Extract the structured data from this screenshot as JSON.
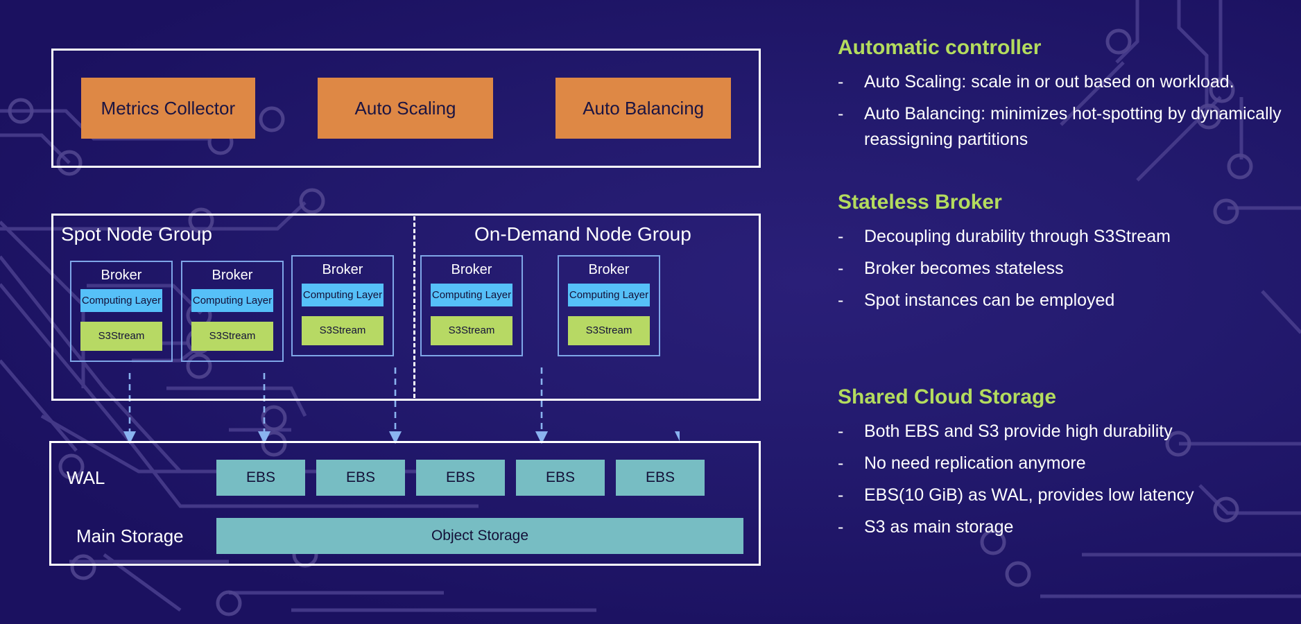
{
  "theme": {
    "background": "#1a1060",
    "panel_border": "#ffffff",
    "controller_box": "#de8845",
    "computing_layer": "#56c0f8",
    "s3stream": "#b7d964",
    "storage_box": "#77bdc3",
    "heading_accent": "#b4dc5e",
    "body_text": "#ffffff",
    "broker_border": "#7fa7e8",
    "arrow": "#8ab4f0"
  },
  "diagram": {
    "controller_panel": {
      "boxes": [
        {
          "label": "Metrics Collector"
        },
        {
          "label": "Auto Scaling"
        },
        {
          "label": "Auto Balancing"
        }
      ]
    },
    "node_group_panel": {
      "groups": [
        {
          "title": "Spot Node Group"
        },
        {
          "title": "On-Demand Node Group"
        }
      ],
      "brokers": [
        {
          "title": "Broker",
          "computing": "Computing Layer",
          "stream": "S3Stream"
        },
        {
          "title": "Broker",
          "computing": "Computing Layer",
          "stream": "S3Stream"
        },
        {
          "title": "Broker",
          "computing": "Computing Layer",
          "stream": "S3Stream"
        },
        {
          "title": "Broker",
          "computing": "Computing Layer",
          "stream": "S3Stream"
        },
        {
          "title": "Broker",
          "computing": "Computing Layer",
          "stream": "S3Stream"
        }
      ]
    },
    "storage_panel": {
      "wal_label": "WAL",
      "wal_boxes": [
        {
          "label": "EBS"
        },
        {
          "label": "EBS"
        },
        {
          "label": "EBS"
        },
        {
          "label": "EBS"
        },
        {
          "label": "EBS"
        }
      ],
      "main_storage_label": "Main Storage",
      "main_storage_box": {
        "label": "Object Storage"
      }
    }
  },
  "text_sections": [
    {
      "heading": "Automatic controller",
      "bullets": [
        "Auto Scaling: scale in or out based on workload.",
        "Auto Balancing: minimizes hot-spotting by dynamically reassigning partitions"
      ]
    },
    {
      "heading": "Stateless Broker",
      "bullets": [
        "Decoupling durability through S3Stream",
        "Broker becomes stateless",
        "Spot instances can be employed"
      ]
    },
    {
      "heading": "Shared Cloud Storage",
      "bullets": [
        "Both EBS and S3 provide high durability",
        "No need replication anymore",
        "EBS(10 GiB) as WAL, provides low latency",
        "S3 as main storage"
      ]
    }
  ],
  "bullet_marker": "-"
}
